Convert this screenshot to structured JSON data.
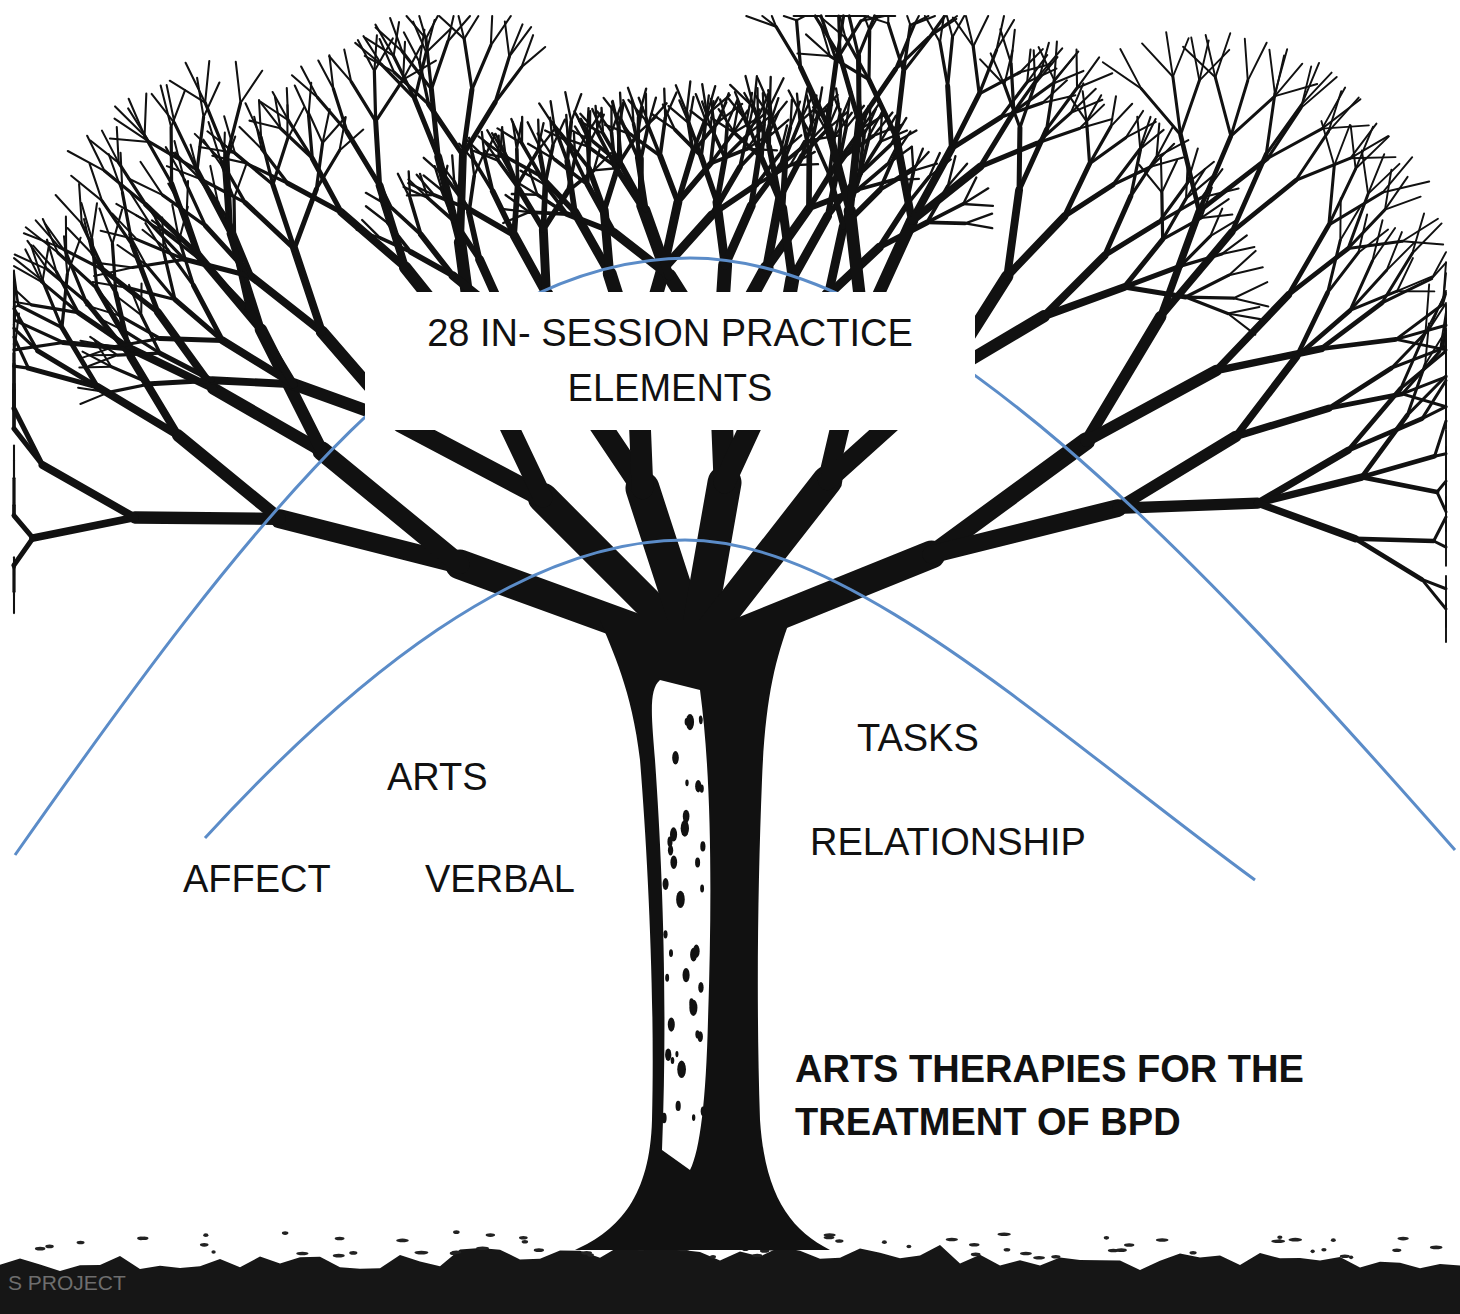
{
  "diagram": {
    "nodes": [
      {
        "text": [
          "28 IN- SESSION PRACTICE ELEMENTS"
        ]
      },
      {
        "text": [
          "TASKS"
        ]
      }
    ],
    "labels": [
      "ARTS",
      "AFFECT",
      "VERBAL",
      "RELATIONSHIP",
      "ARTS THERAPIES FOR THE TREATMENT OF BPD",
      "S PROJECT"
    ]
  }
}
